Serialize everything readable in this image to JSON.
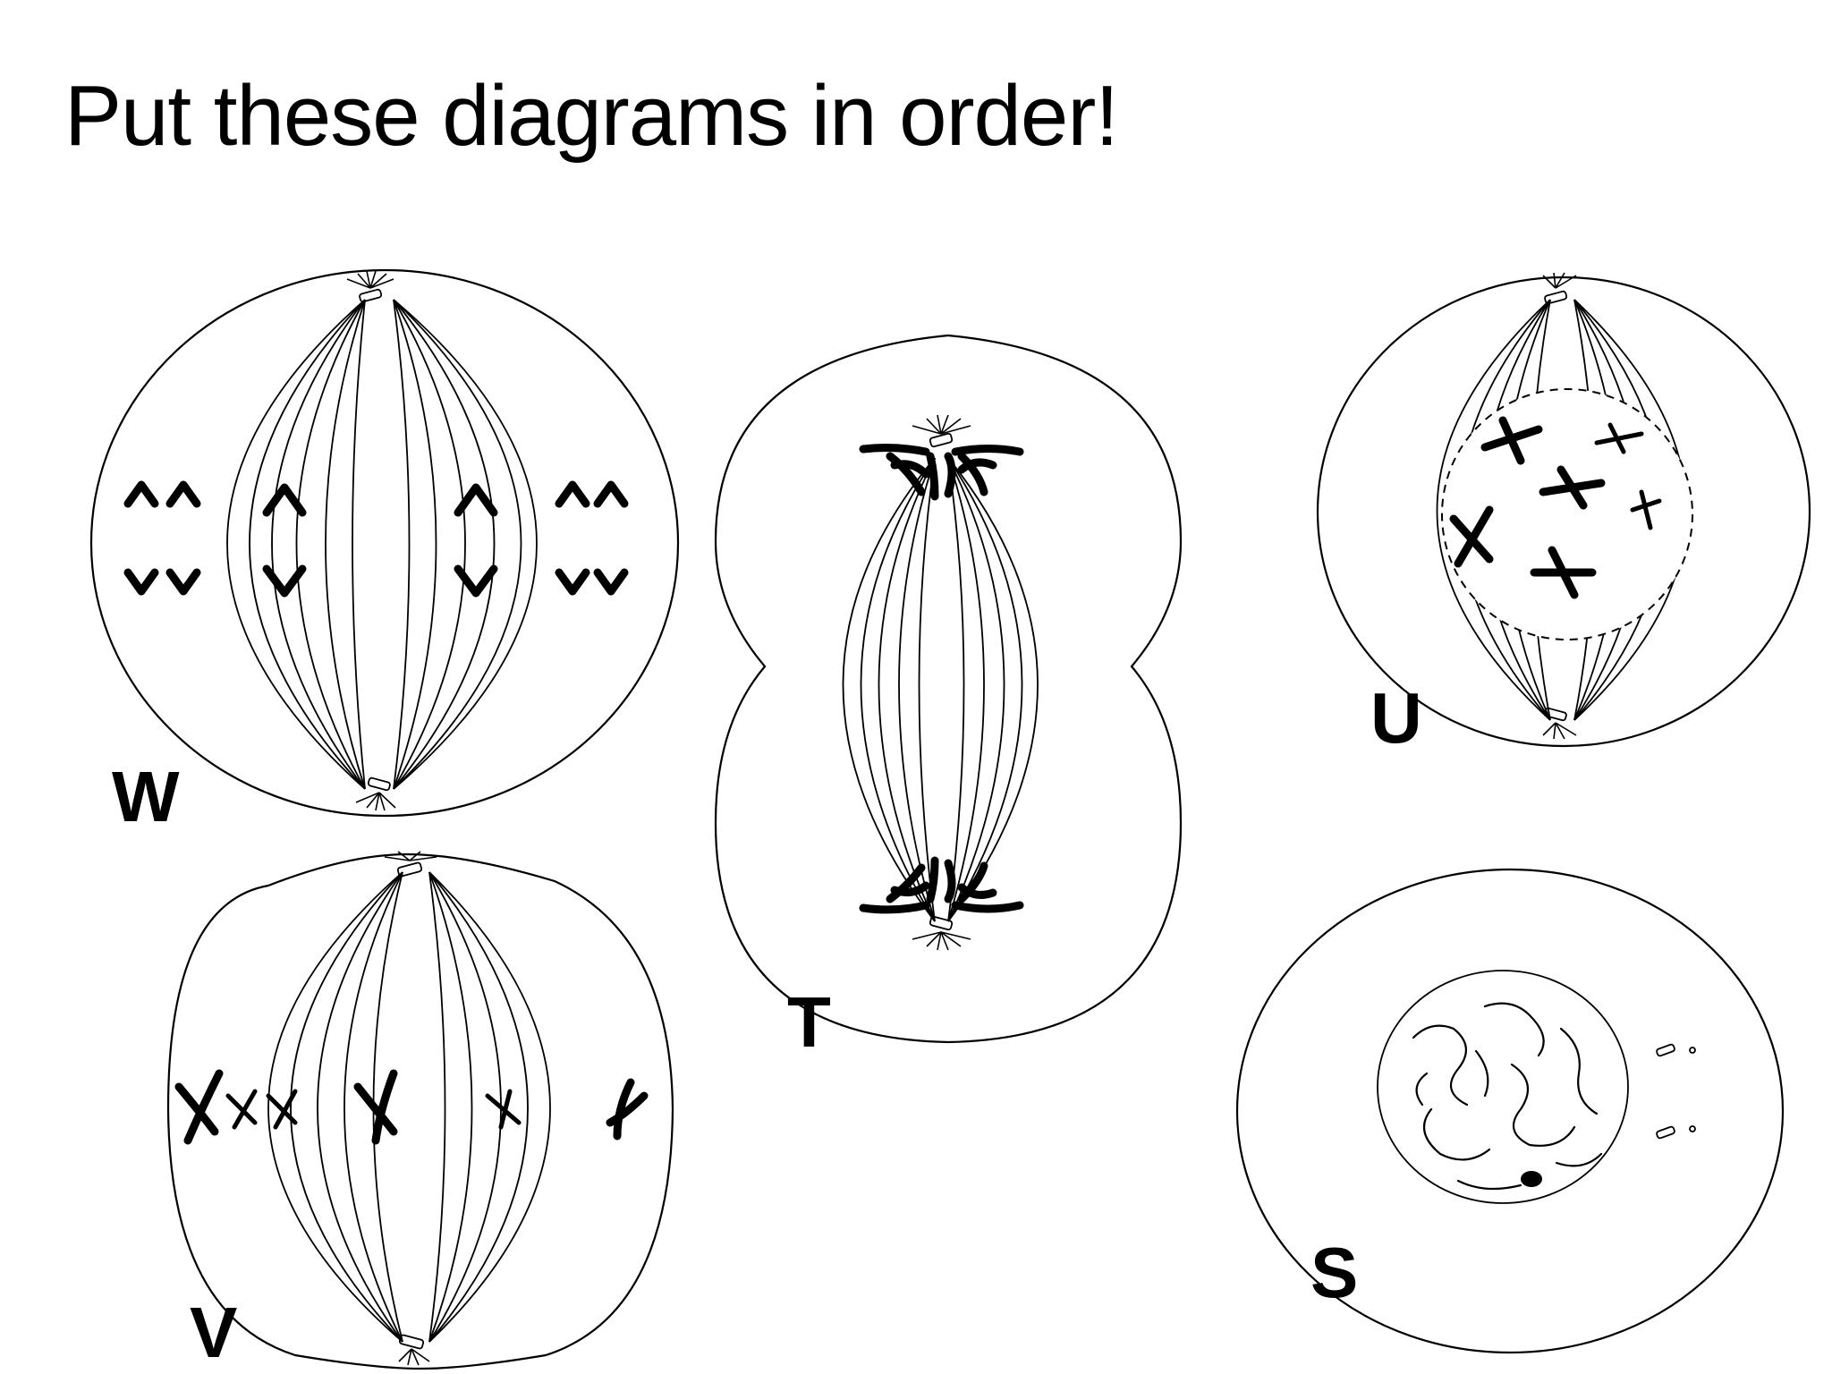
{
  "title": "Put these diagrams in order!",
  "labels": {
    "w": "W",
    "v": "V",
    "t": "T",
    "u": "U",
    "s": "S"
  }
}
